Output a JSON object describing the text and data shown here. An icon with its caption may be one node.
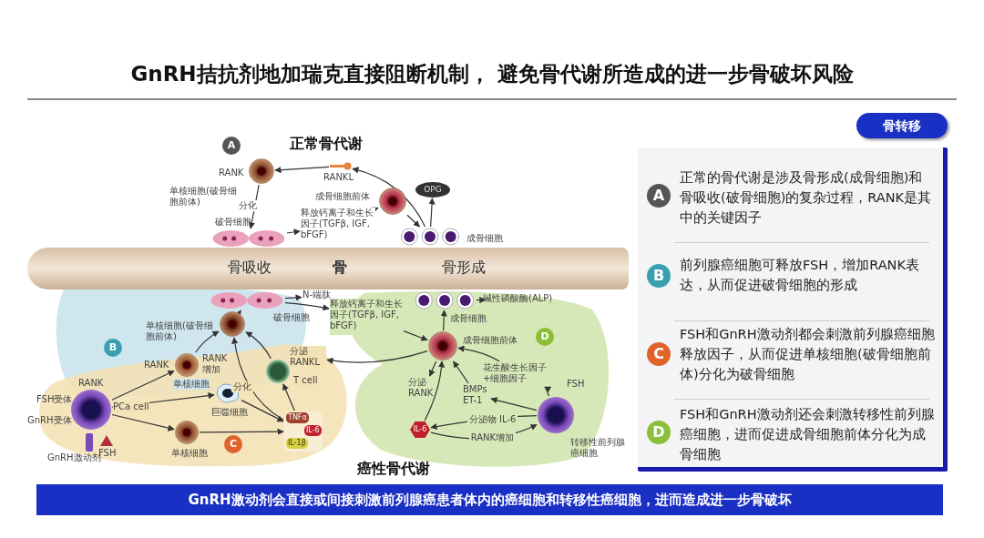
{
  "diagram": {
    "title": "GnRH拮抗剂地加瑞克直接阻断机制， 避免骨代谢所造成的进一步骨破坏风险",
    "caption": "GnRH激动剂会直接或间接刺激前列腺癌患者体内的癌细胞和转移性癌细胞，进而造成进一步骨破坏",
    "nodes": [
      {
        "text": [
          "A"
        ]
      },
      {
        "text": [],
        "shape": "circle",
        "beside": [
          "RANK",
          "单核细胞(破骨细胞前体)"
        ]
      },
      {
        "text": [],
        "shape": "picture",
        "beside": [
          "破骨细胞"
        ]
      },
      {
        "text": [],
        "shape": "picture",
        "beside": [
          "RANKL"
        ]
      },
      {
        "text": [],
        "shape": "circle",
        "beside": [
          "成骨细胞前体"
        ]
      },
      {
        "text": [
          "释放钙离子和生长因子(TGFβ, IGF, bFGF)"
        ]
      },
      {
        "text": [
          "OPG"
        ]
      },
      {
        "text": [],
        "shape": "picture",
        "beside": [
          "成骨细胞"
        ]
      },
      {
        "text": [
          "骨吸收",
          "骨",
          "骨形成"
        ]
      },
      {
        "text": [],
        "shape": "picture",
        "beside": [
          "破骨细胞"
        ]
      },
      {
        "text": [
          "N-端肽"
        ]
      },
      {
        "text": [],
        "shape": "circle",
        "beside": [
          "单核细胞(破骨细胞前体)"
        ]
      },
      {
        "text": [],
        "shape": "circle",
        "beside": [
          "RANK",
          "RANK 增加",
          "单核细胞"
        ]
      },
      {
        "text": [
          "B"
        ]
      },
      {
        "text": [],
        "shape": "circle",
        "beside": [
          "RANK",
          "FSH受体",
          "GnRH受体",
          "PCa cell"
        ]
      },
      {
        "text": [],
        "shape": "bar",
        "beside": [
          "GnRH激动剂"
        ]
      },
      {
        "text": [],
        "shape": "triangle",
        "beside": [
          "FSH"
        ]
      },
      {
        "text": [],
        "shape": "picture",
        "beside": [
          "巨噬细胞"
        ]
      },
      {
        "text": [],
        "shape": "circle",
        "beside": [
          "单核细胞"
        ]
      },
      {
        "text": [
          "C"
        ]
      },
      {
        "text": [
          "TNFα",
          "IL-6",
          "IL-1β"
        ]
      },
      {
        "text": [],
        "shape": "circle",
        "beside": [
          "T cell"
        ]
      },
      {
        "text": [
          "分泌 RANKL"
        ]
      },
      {
        "text": [
          "释放钙离子和生长因子(TGFβ, IGF, bFGF)"
        ]
      },
      {
        "text": [],
        "shape": "circle",
        "beside": [
          "成骨细胞前体"
        ]
      },
      {
        "text": [],
        "shape": "picture",
        "beside": [
          "成骨细胞"
        ]
      },
      {
        "text": [
          "分泌 RANK"
        ]
      },
      {
        "text": [
          "碱性磷酸酶(ALP)"
        ]
      },
      {
        "text": [
          "D"
        ]
      },
      {
        "text": [],
        "shape": "circle",
        "beside": [
          "FSH",
          "转移性前列腺癌细胞"
        ]
      },
      {
        "text": [
          "花生酸生长因子+细胞因子"
        ]
      },
      {
        "text": [
          "BMPs ET-1"
        ]
      },
      {
        "text": [
          "IL-6"
        ]
      },
      {
        "text": [
          "骨转移"
        ]
      },
      {
        "text": [],
        "shape": "box"
      },
      {
        "text": [
          "A"
        ],
        "in": 34,
        "beside": [
          "正常的骨代谢是涉及骨形成(成骨细胞)和骨吸收(破骨细胞)的复杂过程，RANK是其中的关键因子"
        ]
      },
      {
        "text": [
          "B"
        ],
        "in": 34,
        "beside": [
          "前列腺癌细胞可释放FSH，增加RANK表达，从而促进破骨细胞的形成"
        ]
      },
      {
        "text": [
          "C"
        ],
        "in": 34,
        "beside": [
          "FSH和GnRH激动剂都会刺激前列腺癌细胞释放因子，从而促进单核细胞(破骨细胞前体)分化为破骨细胞"
        ]
      },
      {
        "text": [
          "D"
        ],
        "in": 34,
        "beside": [
          "FSH和GnRH激动剂还会刺激转移性前列腺癌细胞，进而促进成骨细胞前体分化为成骨细胞"
        ]
      }
    ],
    "edges": [
      {
        "from": 1,
        "to": 2,
        "arrow": "to",
        "label": "分化"
      },
      {
        "from": 3,
        "to": 1,
        "arrow": "to"
      },
      {
        "from": 2,
        "to": 5,
        "arrow": "to"
      },
      {
        "from": 5,
        "to": 4,
        "arrow": "to"
      },
      {
        "from": 4,
        "to": 7,
        "arrow": "to"
      },
      {
        "from": 7,
        "to": 3,
        "arrow": "to"
      },
      {
        "from": 7,
        "to": 6,
        "arrow": "to"
      },
      {
        "from": 9,
        "to": 10,
        "arrow": "to"
      },
      {
        "from": 11,
        "to": 9,
        "arrow": "to"
      },
      {
        "from": 12,
        "to": 11,
        "arrow": "to"
      },
      {
        "from": 14,
        "to": 12,
        "arrow": "to"
      },
      {
        "from": 14,
        "to": 17,
        "arrow": "to"
      },
      {
        "from": 14,
        "to": 18,
        "arrow": "to"
      },
      {
        "from": 17,
        "to": 20,
        "arrow": "to"
      },
      {
        "from": 18,
        "to": 20,
        "arrow": "to"
      },
      {
        "from": 20,
        "to": 21,
        "arrow": "to"
      },
      {
        "from": 20,
        "to": 11,
        "arrow": "to",
        "label": "分化"
      },
      {
        "from": 21,
        "to": 11,
        "arrow": "to"
      },
      {
        "from": 9,
        "to": 23,
        "arrow": "to"
      },
      {
        "from": 23,
        "to": 24,
        "arrow": "to"
      },
      {
        "from": 24,
        "to": 25,
        "arrow": "to"
      },
      {
        "from": 25,
        "to": 27,
        "arrow": "to"
      },
      {
        "from": 24,
        "to": 22,
        "arrow": "to"
      },
      {
        "from": 24,
        "to": 26,
        "arrow": "to"
      },
      {
        "from": 29,
        "to": 30,
        "arrow": "to"
      },
      {
        "from": 30,
        "to": 24,
        "arrow": "to"
      },
      {
        "from": 29,
        "to": 31,
        "arrow": "to"
      },
      {
        "from": 31,
        "to": 24,
        "arrow": "to"
      },
      {
        "from": 29,
        "to": 32,
        "arrow": "to",
        "label": "分泌物 IL-6"
      },
      {
        "from": 32,
        "to": 29,
        "arrow": "to",
        "label": "RANK增加"
      },
      {
        "from": 32,
        "to": 24,
        "arrow": "to"
      }
    ],
    "labels": [
      "正常骨代谢",
      "癌性骨代谢"
    ]
  }
}
